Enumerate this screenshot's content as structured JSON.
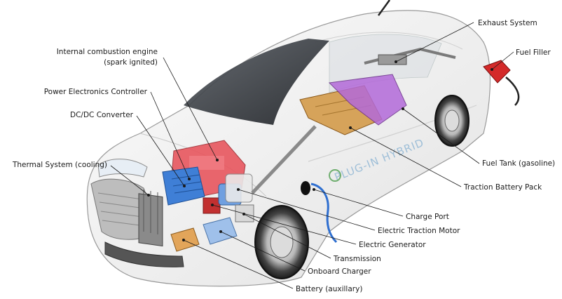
{
  "diagram": {
    "car_side_text": "PLUG-IN HYBRID",
    "labels": {
      "ice_line1": "Internal combustion engine",
      "ice_line2": "(spark ignited)",
      "power_electronics": "Power Electronics Controller",
      "dcdc": "DC/DC Converter",
      "thermal": "Thermal System (cooling)",
      "exhaust": "Exhaust System",
      "fuel_filler": "Fuel Filler",
      "fuel_tank": "Fuel Tank (gasoline)",
      "traction_battery": "Traction Battery Pack",
      "charge_port": "Charge Port",
      "traction_motor": "Electric Traction Motor",
      "generator": "Electric Generator",
      "transmission": "Transmission",
      "onboard_charger": "Onboard Charger",
      "battery_aux": "Battery (auxillary)"
    },
    "colors": {
      "engine": "#e8565e",
      "power_electronics": "#3f7fd6",
      "battery_pack": "#d6a35a",
      "fuel_tank": "#b36ad9",
      "motor": "#6f9fe0",
      "fuel_nozzle": "#d42a2a",
      "charge_cable": "#2f6fd0"
    }
  }
}
